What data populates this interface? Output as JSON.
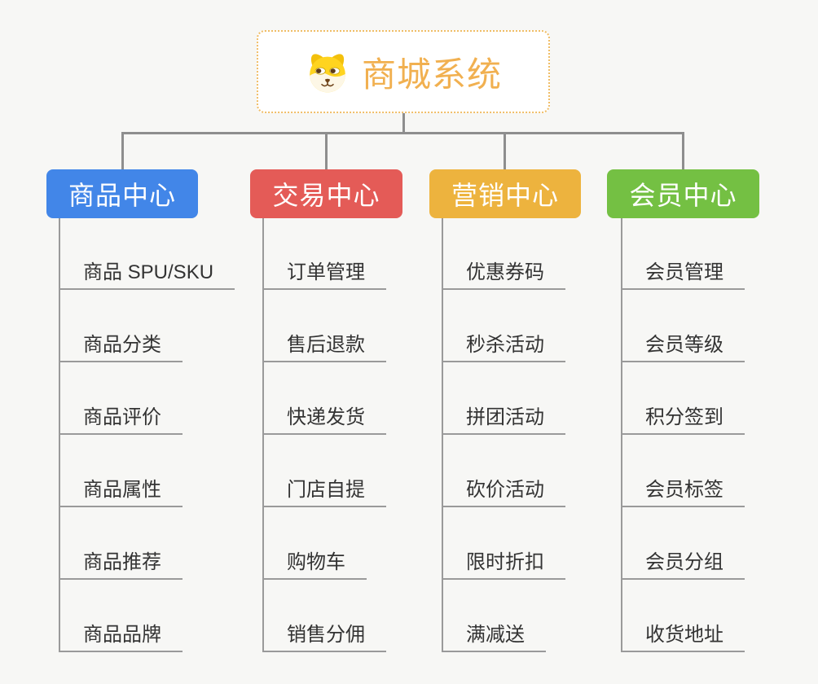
{
  "page": {
    "background_color": "#f7f7f5"
  },
  "root": {
    "label": "商城系统",
    "icon": "dog-face-icon",
    "text_color": "#f1b050",
    "border_color": "#f0bd66",
    "background_color": "#ffffff"
  },
  "palette": {
    "connector_line": "#8e8e8e",
    "child_underline": "#9a9a9a",
    "child_text": "#333333",
    "branch_text": "#ffffff"
  },
  "branches": [
    {
      "label": "商品中心",
      "color": "#4286e8",
      "children": [
        "商品 SPU/SKU",
        "商品分类",
        "商品评价",
        "商品属性",
        "商品推荐",
        "商品品牌"
      ]
    },
    {
      "label": "交易中心",
      "color": "#e45b57",
      "children": [
        "订单管理",
        "售后退款",
        "快递发货",
        "门店自提",
        "购物车",
        "销售分佣"
      ]
    },
    {
      "label": "营销中心",
      "color": "#edb33e",
      "children": [
        "优惠券码",
        "秒杀活动",
        "拼团活动",
        "砍价活动",
        "限时折扣",
        "满减送"
      ]
    },
    {
      "label": "会员中心",
      "color": "#74c043",
      "children": [
        "会员管理",
        "会员等级",
        "积分签到",
        "会员标签",
        "会员分组",
        "收货地址"
      ]
    }
  ]
}
